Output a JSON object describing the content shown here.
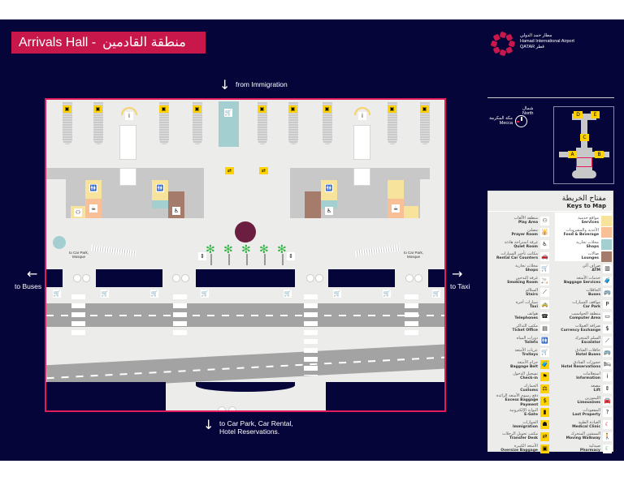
{
  "header": {
    "title_en": "Arrivals Hall -",
    "title_ar": "منطقة القادمين"
  },
  "brand": {
    "name_ar": "مطار حمد الدولي",
    "name_en": "Hamad International Airport",
    "country": "QATAR قطر",
    "color": "#c8174b"
  },
  "compass": {
    "north_ar": "شمال",
    "north_en": "North",
    "mecca_ar": "مكة المكرمة",
    "mecca_en": "Mecca"
  },
  "keymap": {
    "piers": [
      "D",
      "E",
      "C",
      "A",
      "B"
    ]
  },
  "directions": {
    "from_immigration": "from Immigration",
    "to_buses": "to Buses",
    "to_taxi": "to Taxi",
    "bottom_line1": "to Car Park, Car Rental,",
    "bottom_line2": "Hotel Reservations.",
    "car_park_mosque_left": "to Car Park, Mosque",
    "car_park_mosque_right": "to Car Park, Mosque"
  },
  "legend": {
    "title_ar": "مفتاح الخريطة",
    "title_en": "Keys to Map",
    "swatches": [
      {
        "ar": "مواقع خدمية",
        "en": "Services",
        "color": "#f7e39b"
      },
      {
        "ar": "الأغذية والمشروبات",
        "en": "Food & Beverage",
        "color": "#f9bf96"
      },
      {
        "ar": "محلات تجارية",
        "en": "Shops",
        "color": "#a3cfd1"
      },
      {
        "ar": "صالات",
        "en": "Lounges",
        "color": "#a57c6c"
      }
    ],
    "left": [
      {
        "ar": "منطقة الألعاب",
        "en": "Play Area",
        "icon": "play-area-icon",
        "glyph": "⚇"
      },
      {
        "ar": "مصلى",
        "en": "Prayer Room",
        "icon": "prayer-room-icon",
        "glyph": "🕌"
      },
      {
        "ar": "غرفة استراحة هادئة",
        "en": "Quiet Room",
        "icon": "quiet-room-icon",
        "glyph": "♿"
      },
      {
        "ar": "مكاتب تأجير السيارات",
        "en": "Rental Car Counters",
        "icon": "rental-car-icon",
        "glyph": "🚗"
      },
      {
        "ar": "محلات تجارية",
        "en": "Shops",
        "icon": "shop-cart-icon",
        "glyph": "🛒"
      },
      {
        "ar": "غرفة التدخين",
        "en": "Smoking Room",
        "icon": "smoking-icon",
        "glyph": "🚬"
      },
      {
        "ar": "السلالم",
        "en": "Stairs",
        "icon": "stairs-icon",
        "glyph": "⟋"
      },
      {
        "ar": "سيارات أجرة",
        "en": "Taxi",
        "icon": "taxi-icon",
        "glyph": "🚕"
      },
      {
        "ar": "هواتف",
        "en": "Telephones",
        "icon": "telephone-icon",
        "glyph": "☎"
      },
      {
        "ar": "مكتب التذاكر",
        "en": "Ticket Office",
        "icon": "ticket-icon",
        "glyph": "▤"
      },
      {
        "ar": "دورات المياه",
        "en": "Toilets",
        "icon": "toilets-icon",
        "glyph": "🚻"
      },
      {
        "ar": "عربات الأمتعة",
        "en": "Trolleys",
        "icon": "trolley-icon",
        "glyph": "🛒"
      },
      {
        "ar": "حزام الأمتعة",
        "en": "Baggage Belt",
        "icon": "baggage-belt-icon",
        "glyph": "🧳",
        "yellow": true
      },
      {
        "ar": "تسجيل الدخول",
        "en": "Check-in",
        "icon": "check-in-icon",
        "glyph": "⚑",
        "yellow": true
      },
      {
        "ar": "الجمارك",
        "en": "Customs",
        "icon": "customs-icon",
        "glyph": "⚖",
        "yellow": true
      },
      {
        "ar": "دفع رسوم الأمتعة الزائدة",
        "en": "Excess Baggage Payment",
        "icon": "excess-baggage-icon",
        "glyph": "$",
        "yellow": true
      },
      {
        "ar": "البوابة الإلكترونية",
        "en": "E-Gate",
        "icon": "e-gate-icon",
        "glyph": "▮",
        "yellow": true
      },
      {
        "ar": "الجوازات",
        "en": "Immigration",
        "icon": "immigration-icon",
        "glyph": "☗",
        "yellow": true
      },
      {
        "ar": "مكتب تحويل الرحلات",
        "en": "Transfer Desk",
        "icon": "transfer-desk-icon",
        "glyph": "⇄",
        "yellow": true
      },
      {
        "ar": "الأمتعة الكبيرة",
        "en": "Oversize Baggage",
        "icon": "oversize-baggage-icon",
        "glyph": "▣",
        "yellow": true
      }
    ],
    "right": [
      {
        "ar": "صراف آلي",
        "en": "ATM",
        "icon": "atm-icon",
        "glyph": "▥"
      },
      {
        "ar": "خدمات الأمتعة",
        "en": "Baggage Services",
        "icon": "baggage-services-icon",
        "glyph": "🧳"
      },
      {
        "ar": "الحافلات",
        "en": "Buses",
        "icon": "bus-icon",
        "glyph": "🚌"
      },
      {
        "ar": "مواقف السيارات",
        "en": "Car Park",
        "icon": "car-park-icon",
        "glyph": "P"
      },
      {
        "ar": "منطقة الحواسيب",
        "en": "Computer Area",
        "icon": "computer-icon",
        "glyph": "▭"
      },
      {
        "ar": "صرافة العملات",
        "en": "Currency Exchange",
        "icon": "currency-exchange-icon",
        "glyph": "$"
      },
      {
        "ar": "السلم المتحرك",
        "en": "Escalator",
        "icon": "escalator-icon",
        "glyph": "⟋"
      },
      {
        "ar": "حافلات الفنادق",
        "en": "Hotel Buses",
        "icon": "hotel-bus-icon",
        "glyph": "🚌"
      },
      {
        "ar": "حجوزات الفنادق",
        "en": "Hotel Reservations",
        "icon": "hotel-reservation-icon",
        "glyph": "🛏"
      },
      {
        "ar": "استعلامات",
        "en": "Information",
        "icon": "information-icon",
        "glyph": "i"
      },
      {
        "ar": "مصعد",
        "en": "Lift",
        "icon": "lift-icon",
        "glyph": "⇕"
      },
      {
        "ar": "الليموزين",
        "en": "Limousines",
        "icon": "limousine-icon",
        "glyph": "🚘"
      },
      {
        "ar": "المفقودات",
        "en": "Lost Property",
        "icon": "lost-property-icon",
        "glyph": "?"
      },
      {
        "ar": "العيادة الطبية",
        "en": "Medical Clinic",
        "icon": "medical-clinic-icon",
        "glyph": "☾",
        "red": true
      },
      {
        "ar": "الممشى المتحرك",
        "en": "Moving Walkway",
        "icon": "moving-walkway-icon",
        "glyph": "🚶"
      },
      {
        "ar": "صيدلية",
        "en": "Pharmacy",
        "icon": "pharmacy-icon",
        "glyph": "☾",
        "green": true
      }
    ]
  }
}
